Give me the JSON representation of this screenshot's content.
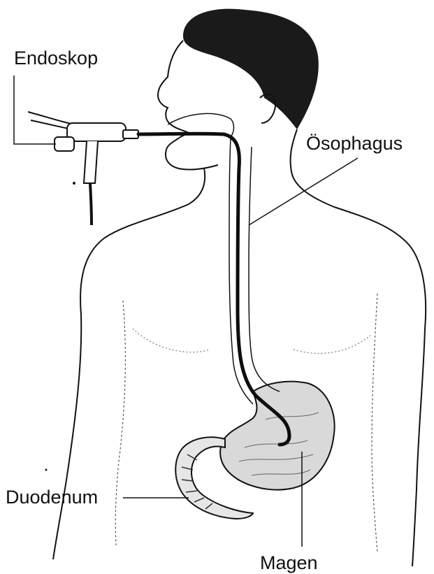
{
  "labels": {
    "endoskop": "Endoskop",
    "oesophagus": "Ösophagus",
    "duodenum": "Duodenum",
    "magen": "Magen"
  },
  "colors": {
    "line": "#111111",
    "hair": "#1a1a1a",
    "stomach_fill": "#d9d9d9",
    "background": "#ffffff"
  }
}
